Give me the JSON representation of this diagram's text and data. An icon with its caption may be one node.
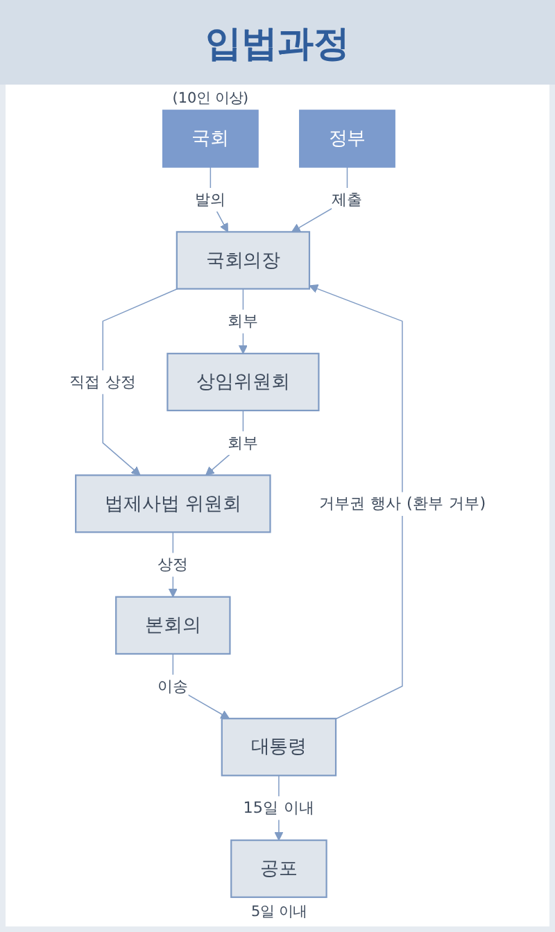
{
  "diagram": {
    "title": "입법과정",
    "nodes": [
      {
        "text": [
          "국회"
        ],
        "beside": [
          "(10인 이상)"
        ]
      },
      {
        "text": [
          "정부"
        ]
      },
      {
        "text": [
          "국회의장"
        ]
      },
      {
        "text": [
          "상임위원회"
        ]
      },
      {
        "text": [
          "법제사법 위원회"
        ]
      },
      {
        "text": [
          "본회의"
        ]
      },
      {
        "text": [
          "대통령"
        ]
      },
      {
        "text": [
          "공포"
        ],
        "beside": [
          "5일 이내"
        ]
      }
    ],
    "edges": [
      {
        "from": 0,
        "to": 2,
        "label": "발의",
        "arrow": "to"
      },
      {
        "from": 1,
        "to": 2,
        "label": "제출",
        "arrow": "to"
      },
      {
        "from": 2,
        "to": 3,
        "label": "회부",
        "arrow": "to"
      },
      {
        "from": 2,
        "to": 4,
        "label": "직접 상정",
        "arrow": "to"
      },
      {
        "from": 3,
        "to": 4,
        "label": "회부",
        "arrow": "to"
      },
      {
        "from": 4,
        "to": 5,
        "label": "상정",
        "arrow": "to"
      },
      {
        "from": 5,
        "to": 6,
        "label": "이송",
        "arrow": "to"
      },
      {
        "from": 6,
        "to": 7,
        "label": "15일 이내",
        "arrow": "to"
      },
      {
        "from": 6,
        "to": 2,
        "label": "거부권 행사 (환부 거부)",
        "arrow": "to"
      }
    ]
  }
}
